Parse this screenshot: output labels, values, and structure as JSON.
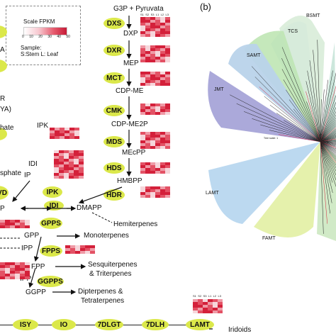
{
  "panel_label": "(b)",
  "legend": {
    "title": "Scale FPKM",
    "ticks": [
      "0",
      "10",
      "20",
      "30",
      "40",
      "50"
    ],
    "sample_header": "Sample:",
    "sample_key": "S:Stem    L: Leaf"
  },
  "heat_columns": [
    "S1",
    "S2",
    "S3",
    "L1",
    "L2",
    "L3"
  ],
  "metabolites": {
    "g3p": "G3P + Pyruvata",
    "dxp": "DXP",
    "mep": "MEP",
    "cdpme": "CDP-ME",
    "cdpme2p": "CDP-ME2P",
    "mecpp": "MEcPP",
    "hmbpp": "HMBPP",
    "ipk_text": "IPK",
    "idi_text": "IDI",
    "ip_text": "IP",
    "dmapp": "DMAPP",
    "hemiterpenes": "Hemiterpenes",
    "gpp": "GPP",
    "monoterpenes": "Monoterpenes",
    "ipp1": "IPP",
    "fpp": "FPP",
    "sesqui": "Sesquiterpenes",
    "triter": "& Triterpenes",
    "ipp2": "IPP",
    "ggpp": "GGPP",
    "dipter": "Dipterpenes &",
    "tetrater": "Tetraterpenes",
    "iridoids": "Iridoids",
    "left_a": "A",
    "left_r": "R",
    "left_ya": "YA)",
    "left_hate": "hate",
    "left_sphate": "sphate",
    "left_p": "P"
  },
  "enzymes": {
    "dxs": "DXS",
    "dxr": "DXR",
    "mct": "MCT",
    "cmk": "CMK",
    "mds": "MDS",
    "hds": "HDS",
    "hdr": "HDR",
    "ipk": "IPK",
    "idi": "IDI",
    "gpps": "GPPS",
    "fpps": "FPPS",
    "ggpps": "GGPPS",
    "vd": "VD",
    "isy": "ISY",
    "io": "IO",
    "dlgt": "7DLGT",
    "dlh": "7DLH",
    "lamt": "LAMT"
  },
  "tree": {
    "clades": [
      "TCS",
      "BSMT",
      "SAMT",
      "JMT",
      "LAMT",
      "FAMT"
    ],
    "scale": "Tree scale: 1",
    "colors": {
      "tcs": "#bfe6b4",
      "bsmt": "#c6dff0",
      "samt": "#b9d3ea",
      "jmt": "#a7a4d8",
      "lamt": "#b8d7ef",
      "famt": "#e4f0a8",
      "right": "#cfe9c4"
    }
  },
  "colors": {
    "enzyme_fill": "#dbe84a",
    "heat_dark": "#d4203a",
    "heat_light": "#f6d6db"
  }
}
